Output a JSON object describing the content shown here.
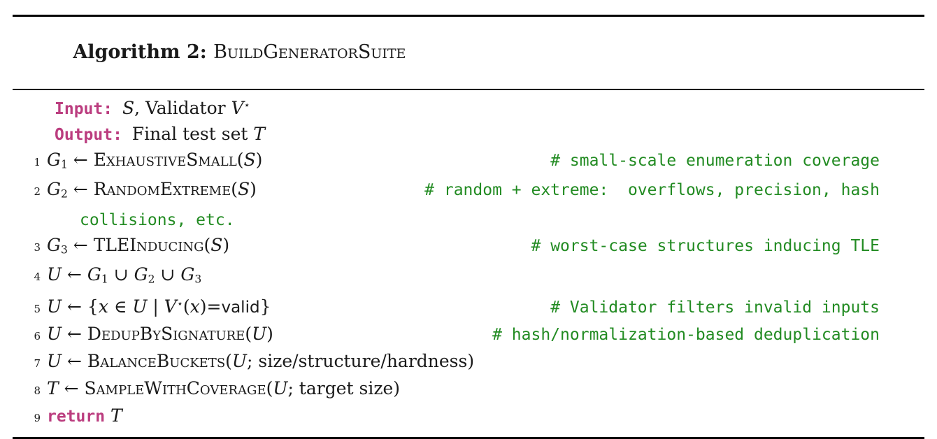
{
  "colors": {
    "keyword_magenta": "#bb3d7f",
    "comment_green": "#228b22",
    "text_black": "#1a1a1a",
    "rule_black": "#000000"
  },
  "caption": {
    "label": "Algorithm 2: ",
    "name": "BuildGeneratorSuite"
  },
  "io_lines": [
    {
      "keyword": "Input: ",
      "segments": [
        {
          "t": "S",
          "c": "cal"
        },
        {
          "t": ", Validator ",
          "c": "rm"
        },
        {
          "t": "V",
          "c": "it"
        },
        {
          "t": "⋆",
          "c": "sup"
        }
      ]
    },
    {
      "keyword": "Output: ",
      "segments": [
        {
          "t": "Final test set ",
          "c": "rm"
        },
        {
          "t": "T",
          "c": "cal"
        }
      ]
    }
  ],
  "lines": [
    {
      "num": "1",
      "segments": [
        {
          "t": "G",
          "c": "cal"
        },
        {
          "t": "1",
          "c": "sub"
        },
        {
          "t": " ← ",
          "c": "rm"
        },
        {
          "t": "ExhaustiveSmall",
          "c": "sc"
        },
        {
          "t": "(",
          "c": "rm"
        },
        {
          "t": "S",
          "c": "cal"
        },
        {
          "t": ")",
          "c": "rm"
        }
      ],
      "comment": "# small-scale enumeration coverage"
    },
    {
      "num": "2",
      "segments": [
        {
          "t": "G",
          "c": "cal"
        },
        {
          "t": "2",
          "c": "sub"
        },
        {
          "t": " ← ",
          "c": "rm"
        },
        {
          "t": "RandomExtreme",
          "c": "sc"
        },
        {
          "t": "(",
          "c": "rm"
        },
        {
          "t": "S",
          "c": "cal"
        },
        {
          "t": ")",
          "c": "rm"
        }
      ],
      "comment": "# random + extreme:  overflows, precision, hash"
    },
    {
      "num": "",
      "cont": true,
      "segments": [
        {
          "t": "collisions, etc.",
          "c": "cm"
        }
      ],
      "comment": ""
    },
    {
      "num": "3",
      "segments": [
        {
          "t": "G",
          "c": "cal"
        },
        {
          "t": "3",
          "c": "sub"
        },
        {
          "t": " ← ",
          "c": "rm"
        },
        {
          "t": "TLEInducing",
          "c": "sc"
        },
        {
          "t": "(",
          "c": "rm"
        },
        {
          "t": "S",
          "c": "cal"
        },
        {
          "t": ")",
          "c": "rm"
        }
      ],
      "comment": "# worst-case structures inducing TLE"
    },
    {
      "num": "4",
      "segments": [
        {
          "t": "U",
          "c": "cal"
        },
        {
          "t": " ← ",
          "c": "rm"
        },
        {
          "t": "G",
          "c": "cal"
        },
        {
          "t": "1",
          "c": "sub"
        },
        {
          "t": " ∪ ",
          "c": "rm"
        },
        {
          "t": "G",
          "c": "cal"
        },
        {
          "t": "2",
          "c": "sub"
        },
        {
          "t": " ∪ ",
          "c": "rm"
        },
        {
          "t": "G",
          "c": "cal"
        },
        {
          "t": "3",
          "c": "sub"
        }
      ],
      "comment": ""
    },
    {
      "num": "5",
      "segments": [
        {
          "t": "U",
          "c": "cal"
        },
        {
          "t": " ← {",
          "c": "rm"
        },
        {
          "t": "x",
          "c": "it"
        },
        {
          "t": " ∈ ",
          "c": "rm"
        },
        {
          "t": "U",
          "c": "cal"
        },
        {
          "t": " | ",
          "c": "rm"
        },
        {
          "t": "V",
          "c": "it"
        },
        {
          "t": "⋆",
          "c": "sup"
        },
        {
          "t": "(",
          "c": "rm"
        },
        {
          "t": "x",
          "c": "it"
        },
        {
          "t": ")=",
          "c": "rm"
        },
        {
          "t": "valid",
          "c": "sf"
        },
        {
          "t": "}",
          "c": "rm"
        }
      ],
      "comment": "# Validator filters invalid inputs"
    },
    {
      "num": "6",
      "segments": [
        {
          "t": "U",
          "c": "cal"
        },
        {
          "t": " ← ",
          "c": "rm"
        },
        {
          "t": "DedupBySignature",
          "c": "sc"
        },
        {
          "t": "(",
          "c": "rm"
        },
        {
          "t": "U",
          "c": "cal"
        },
        {
          "t": ")",
          "c": "rm"
        }
      ],
      "comment": "# hash/normalization-based deduplication"
    },
    {
      "num": "7",
      "segments": [
        {
          "t": "U",
          "c": "cal"
        },
        {
          "t": " ← ",
          "c": "rm"
        },
        {
          "t": "BalanceBuckets",
          "c": "sc"
        },
        {
          "t": "(",
          "c": "rm"
        },
        {
          "t": "U",
          "c": "cal"
        },
        {
          "t": "; size/structure/hardness)",
          "c": "rm"
        }
      ],
      "comment": ""
    },
    {
      "num": "8",
      "segments": [
        {
          "t": "T",
          "c": "cal"
        },
        {
          "t": " ← ",
          "c": "rm"
        },
        {
          "t": "SampleWithCoverage",
          "c": "sc"
        },
        {
          "t": "(",
          "c": "rm"
        },
        {
          "t": "U",
          "c": "cal"
        },
        {
          "t": "; target size)",
          "c": "rm"
        }
      ],
      "comment": ""
    },
    {
      "num": "9",
      "segments": [
        {
          "t": "return",
          "c": "kw"
        },
        {
          "t": " ",
          "c": "rm"
        },
        {
          "t": "T",
          "c": "cal"
        }
      ],
      "comment": ""
    }
  ]
}
